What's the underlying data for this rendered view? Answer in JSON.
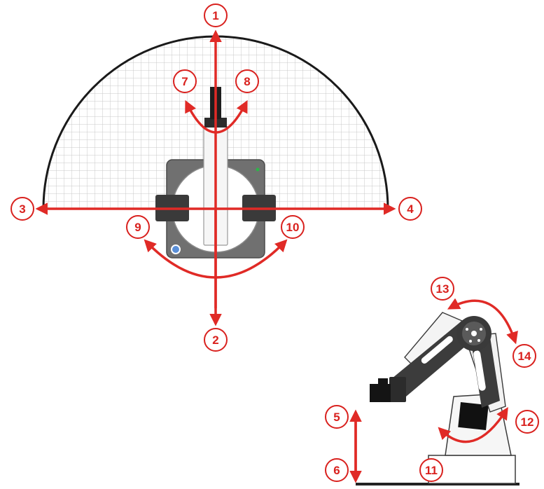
{
  "labels": [
    "1",
    "2",
    "3",
    "4",
    "5",
    "6",
    "7",
    "8",
    "9",
    "10",
    "11",
    "12",
    "13",
    "14"
  ],
  "colors": {
    "arrow_red": "#e02a26",
    "label_ring": "#d9211e",
    "grid_line": "#c9c9c9",
    "outline": "#1a1a1a",
    "base_grey": "#707070",
    "arm_dark": "#3c3c3c",
    "panel_light": "#f4f4f4",
    "accent_blue": "#5a8fd8",
    "accent_green": "#2fb34a"
  },
  "icons": {
    "workspace": "semicircle-grid",
    "top_robot": "robot-arm-top-view",
    "side_robot": "robot-arm-side-view"
  }
}
